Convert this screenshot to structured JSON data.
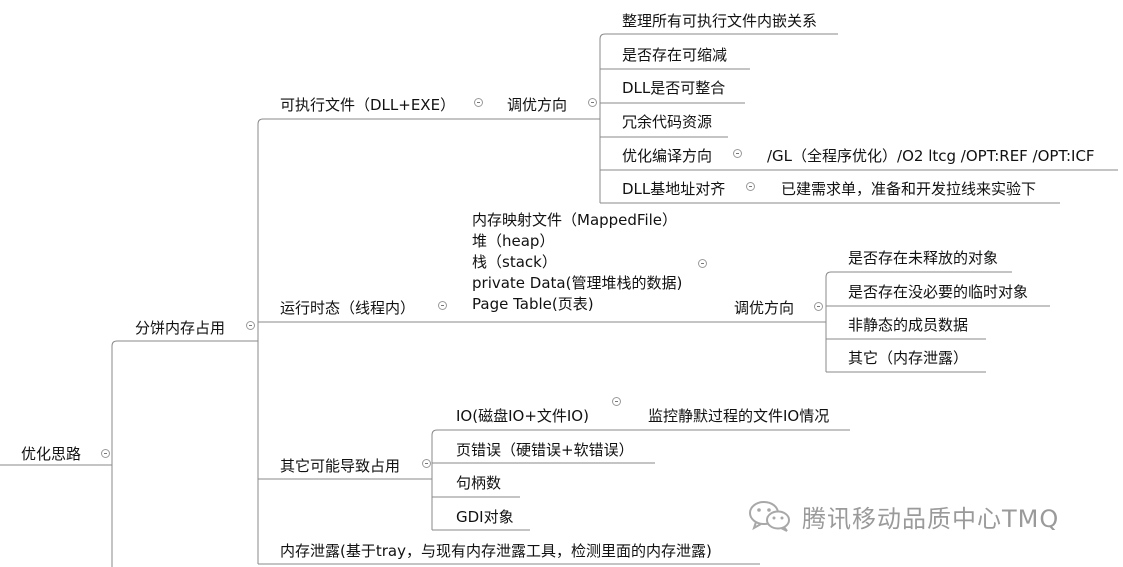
{
  "root": "优化思路",
  "level1": {
    "memory": "分饼内存占用"
  },
  "level2": {
    "executable": "可执行文件（DLL+EXE）",
    "runtime": "运行时态（线程内）",
    "other_causes": "其它可能导致占用",
    "leak": "内存泄露(基于tray，与现有内存泄露工具，检测里面的内存泄露)"
  },
  "executable": {
    "tuning": "调优方向",
    "items": [
      "整理所有可执行文件内嵌关系",
      "是否存在可缩减",
      "DLL是否可整合",
      "冗余代码资源",
      "优化编译方向",
      "DLL基地址对齐"
    ],
    "compile_detail": "/GL（全程序优化）/O2 ltcg /OPT:REF /OPT:ICF",
    "base_detail": "已建需求单，准备和开发拉线来实验下"
  },
  "runtime": {
    "components": "内存映射文件（MappedFile）\n堆（heap）\n栈（stack）\nprivate Data(管理堆栈的数据)\nPage Table(页表)",
    "tuning": "调优方向",
    "items": [
      "是否存在未释放的对象",
      "是否存在没必要的临时对象",
      "非静态的成员数据",
      "其它（内存泄露）"
    ]
  },
  "other": {
    "io": "IO(磁盘IO+文件IO)",
    "io_detail": "监控静默过程的文件IO情况",
    "items": [
      "页错误（硬错误+软错误）",
      "句柄数",
      "GDI对象"
    ]
  },
  "watermark": {
    "text": "腾讯移动品质中心TMQ",
    "icon": "wechat-icon"
  }
}
